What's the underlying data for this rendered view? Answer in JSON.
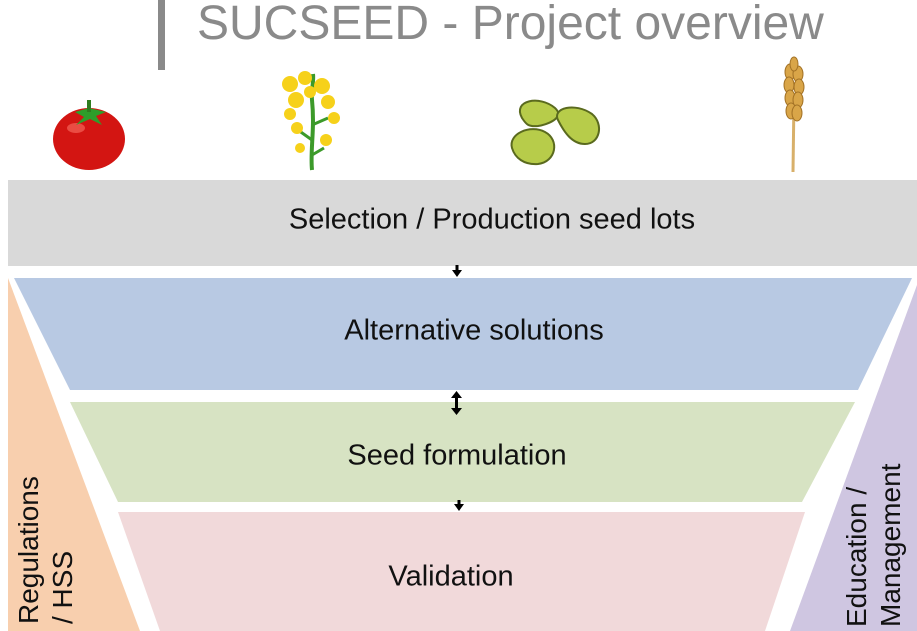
{
  "title": "SUCSEED - Project overview",
  "icons": [
    "tomato-icon",
    "rapeseed-flower-icon",
    "bean-icon",
    "wheat-icon"
  ],
  "stages": {
    "selection": "Selection / Production seed lots",
    "alternatives": "Alternative solutions",
    "formulation": "Seed formulation",
    "validation": "Validation"
  },
  "side": {
    "left_line1": "Regulations",
    "left_line2": "/ HSS",
    "right_line1": "Education /",
    "right_line2": "Management"
  },
  "colors": {
    "title": "#8a8a8a",
    "selection": "#d9d9d9",
    "alternatives": "#b8c9e3",
    "formulation": "#d7e3c3",
    "validation": "#f1d9da",
    "regulations": "#f8cfae",
    "education": "#cfc6e1"
  }
}
